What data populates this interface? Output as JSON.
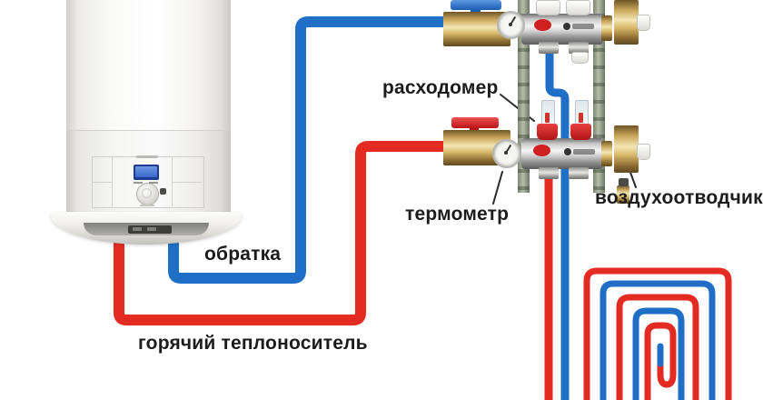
{
  "labels": {
    "flow_meter": "расходомер",
    "thermometer": "термометр",
    "air_vent": "воздухоотводчик",
    "return_line": "обратка",
    "supply_line": "горячий теплоноситель"
  },
  "colors": {
    "supply_red": "#e32b22",
    "return_blue": "#1f6fc6",
    "label_text": "#1c1c1c"
  }
}
